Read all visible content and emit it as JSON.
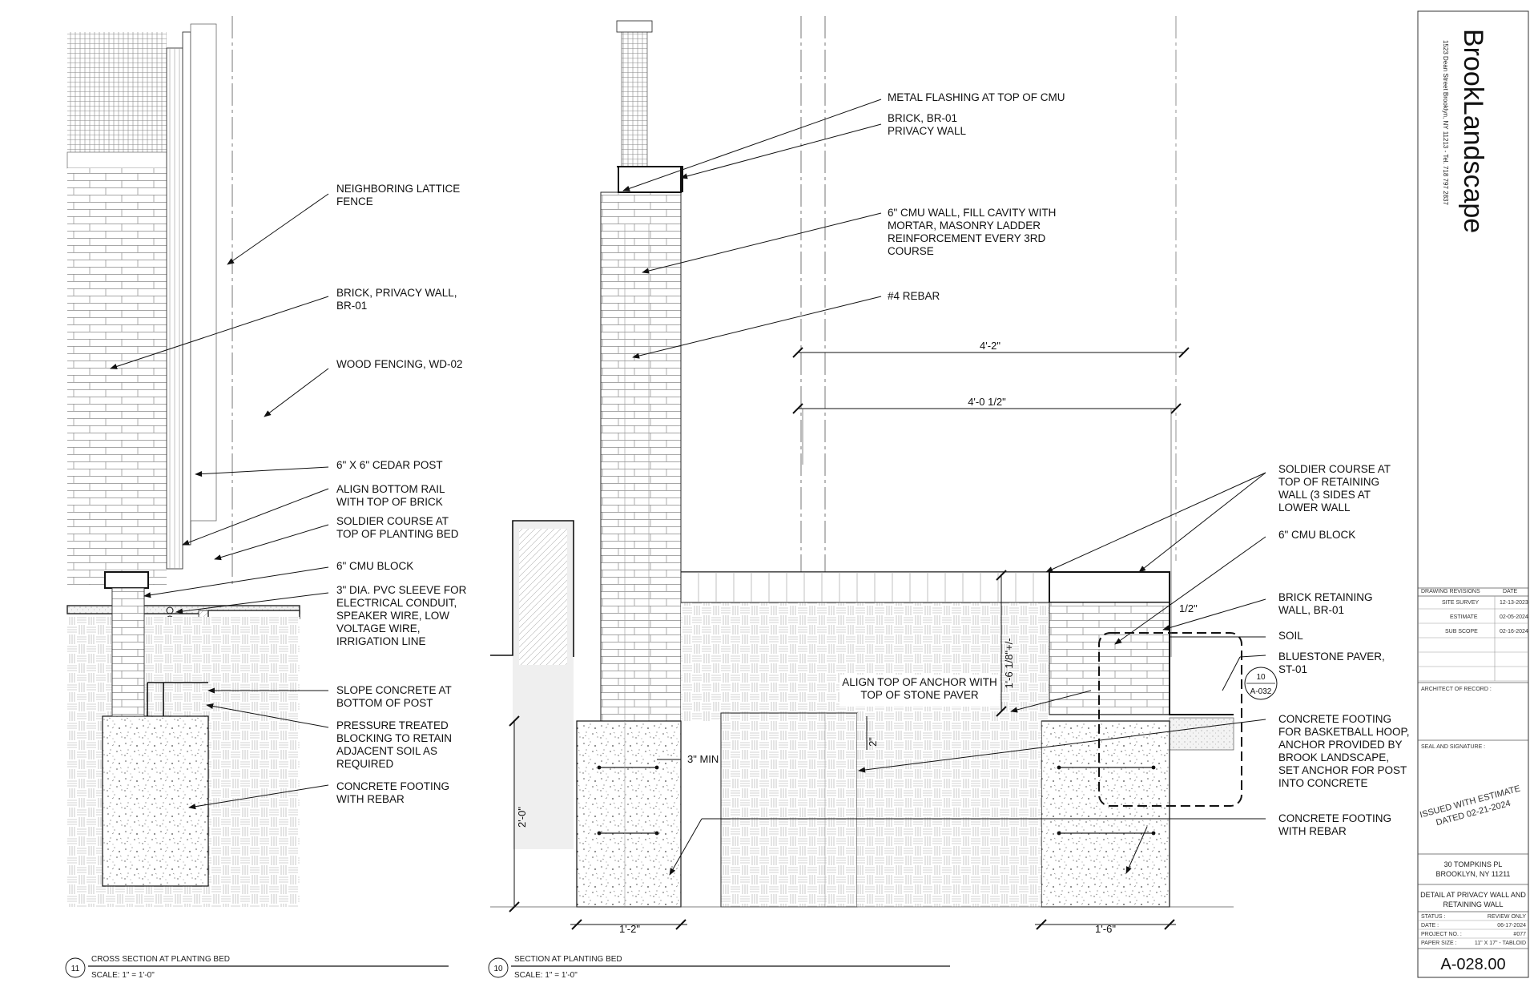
{
  "firm": {
    "name": "BrookLandscape",
    "address": "1523 Dean Street Brooklyn, NY 11213 - Tel. 718 797 2837"
  },
  "revisions": {
    "header_label": "DRAWING REVISIONS",
    "header_date": "DATE",
    "rows": [
      {
        "label": "SITE SURVEY",
        "date": "12-13-2023"
      },
      {
        "label": "ESTIMATE",
        "date": "02-05-2024"
      },
      {
        "label": "SUB SCOPE",
        "date": "02-16-2024"
      }
    ]
  },
  "title_block": {
    "architect_label": "ARCHITECT OF RECORD :",
    "seal_label": "SEAL AND SIGNATURE :",
    "stamp_line1": "ISSUED WITH ESTIMATE",
    "stamp_line2": "DATED 02-21-2024",
    "project_address_line1": "30 TOMPKINS PL",
    "project_address_line2": "BROOKLYN, NY 11211",
    "sheet_title_line1": "DETAIL AT PRIVACY WALL AND",
    "sheet_title_line2": "RETAINING WALL",
    "info": [
      {
        "label": "STATUS :",
        "value": "REVIEW ONLY"
      },
      {
        "label": "DATE :",
        "value": "06-17-2024"
      },
      {
        "label": "PROJECT NO. :",
        "value": "#077"
      },
      {
        "label": "PAPER SIZE :",
        "value": "11\" X 17\" - TABLOID"
      }
    ],
    "sheet_number": "A-028.00"
  },
  "detail_11": {
    "number": "11",
    "title": "CROSS SECTION AT PLANTING BED",
    "scale": "SCALE:  1\" = 1'-0\"",
    "notes": [
      {
        "line1": "NEIGHBORING LATTICE",
        "line2": "FENCE"
      },
      {
        "line1": "BRICK, PRIVACY WALL,",
        "line2": "BR-01"
      },
      {
        "line1": "WOOD FENCING, WD-02"
      },
      {
        "line1": "6\" X 6\" CEDAR POST"
      },
      {
        "line1": "ALIGN BOTTOM RAIL",
        "line2": "WITH TOP OF BRICK"
      },
      {
        "line1": "SOLDIER COURSE AT",
        "line2": "TOP OF PLANTING BED"
      },
      {
        "line1": "6\" CMU BLOCK"
      },
      {
        "line1": "3\" DIA. PVC SLEEVE FOR",
        "line2": "ELECTRICAL CONDUIT,",
        "line3": "SPEAKER WIRE, LOW",
        "line4": "VOLTAGE WIRE,",
        "line5": "IRRIGATION LINE"
      },
      {
        "line1": "SLOPE CONCRETE AT",
        "line2": "BOTTOM OF POST"
      },
      {
        "line1": "PRESSURE TREATED",
        "line2": "BLOCKING TO RETAIN",
        "line3": "ADJACENT SOIL AS",
        "line4": "REQUIRED"
      },
      {
        "line1": "CONCRETE FOOTING",
        "line2": "WITH REBAR"
      }
    ]
  },
  "detail_10": {
    "number": "10",
    "title": "SECTION AT PLANTING BED",
    "scale": "SCALE:  1\" = 1'-0\"",
    "notes_top": [
      {
        "line1": "METAL FLASHING AT TOP OF CMU"
      },
      {
        "line1": "BRICK, BR-01",
        "line2": "PRIVACY WALL"
      },
      {
        "line1": "6\" CMU WALL, FILL CAVITY WITH",
        "line2": "MORTAR, MASONRY LADDER",
        "line3": "REINFORCEMENT EVERY 3RD",
        "line4": "COURSE"
      },
      {
        "line1": "#4 REBAR"
      }
    ],
    "notes_right": [
      {
        "line1": "SOLDIER COURSE AT",
        "line2": "TOP OF RETAINING",
        "line3": "WALL (3 SIDES AT",
        "line4": "LOWER WALL"
      },
      {
        "line1": "6\" CMU BLOCK"
      },
      {
        "line1": "BRICK RETAINING",
        "line2": "WALL, BR-01"
      },
      {
        "line1": "SOIL"
      },
      {
        "line1": "BLUESTONE PAVER,",
        "line2": "ST-01"
      },
      {
        "line1": "CONCRETE FOOTING",
        "line2": "FOR BASKETBALL HOOP,",
        "line3": "ANCHOR PROVIDED BY",
        "line4": "BROOK LANDSCAPE,",
        "line5": "SET ANCHOR FOR POST",
        "line6": "INTO CONCRETE"
      },
      {
        "line1": "CONCRETE FOOTING",
        "line2": "WITH REBAR"
      }
    ],
    "align_note_line1": "ALIGN TOP OF ANCHOR WITH",
    "align_note_line2": "TOP OF STONE PAVER",
    "dimensions": {
      "top_span": "4'-2\"",
      "inner_span": "4'-0 1/2\"",
      "height": "1'-6 1/8\"+/-",
      "offset": "1/2\"",
      "anchor_depth": "2\"",
      "min_cover": "3\" MIN",
      "footing_depth": "2'-0\"",
      "left_footing_width": "1'-2\"",
      "right_footing_width": "1'-6\""
    },
    "reference_tag": {
      "number": "10",
      "sheet": "A-032"
    }
  }
}
